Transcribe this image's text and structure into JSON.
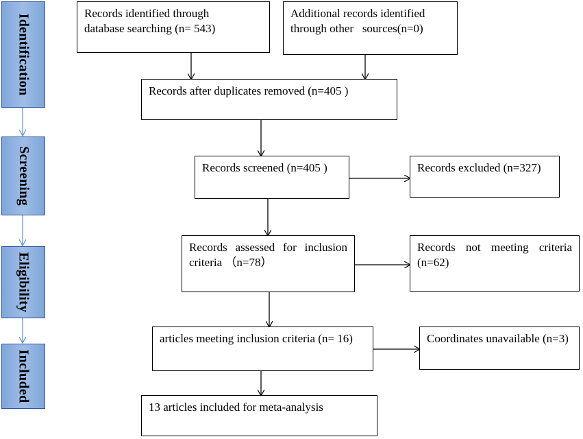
{
  "stages": {
    "identification": "Identification",
    "screening": "Screening",
    "eligibility": "Eligibility",
    "included": "Included"
  },
  "boxes": {
    "db_search_line1": "Records identified through",
    "db_search_line2": "database searching (n= 543)",
    "other_sources_line1": "Additional records identified",
    "other_sources_line2": "through other   sources(n=0)",
    "duplicates_removed": "Records after duplicates removed (n=405 )",
    "screened": "Records screened (n=405 )",
    "excluded": "Records excluded (n=327)",
    "assessed_line1": "Records  assessed  for  inclusion",
    "assessed_line2": "criteria （n=78）",
    "not_meeting_line1": "Records   not   meeting   criteria",
    "not_meeting_line2": "(n=62)",
    "meeting_criteria": "articles meeting inclusion criteria (n= 16)",
    "coordinates_unavailable": "Coordinates unavailable (n=3)",
    "included": "13 articles included for meta-analysis"
  },
  "colors": {
    "stage_fill": "#8fb2e0",
    "stage_border": "#2f5597",
    "stage_arrow": "#5b8fd4",
    "line": "#000000"
  }
}
